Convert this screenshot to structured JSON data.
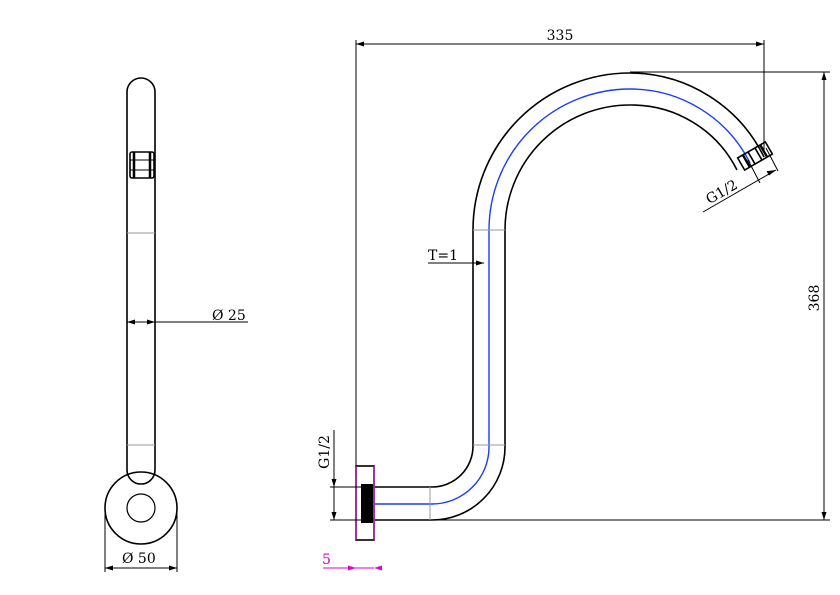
{
  "colors": {
    "outline": "#000000",
    "centerline": "#1a3cff",
    "dimension": "#000000",
    "accent": "#e000c8",
    "background": "#ffffff"
  },
  "side_view": {
    "diameter_label": "Ø 25",
    "base_diameter_label": "Ø 50"
  },
  "main_view": {
    "width_label": "335",
    "height_label": "368",
    "outlet_thread_label": "G1/2",
    "inlet_thread_label": "G1/2",
    "wall_thickness_label": "T=1",
    "flange_offset_label": "5"
  }
}
